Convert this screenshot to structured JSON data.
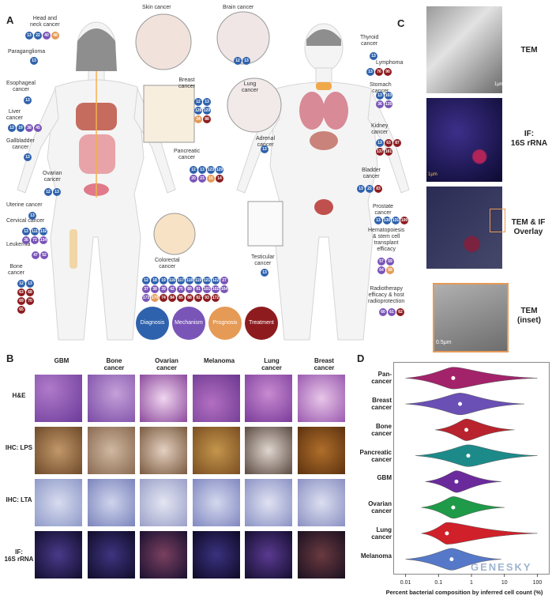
{
  "panels": {
    "a": "A",
    "b": "B",
    "c": "C",
    "d": "D"
  },
  "panel_a": {
    "female_labels": [
      {
        "id": "head_neck",
        "text": "Head and\nneck cancer"
      },
      {
        "id": "paraganglioma",
        "text": "Paraganglioma"
      },
      {
        "id": "esophageal",
        "text": "Esophageal\ncancer"
      },
      {
        "id": "liver",
        "text": "Liver\ncancer"
      },
      {
        "id": "gallbladder",
        "text": "Gallbladder\ncancer"
      },
      {
        "id": "ovarian",
        "text": "Ovarian\ncancer"
      },
      {
        "id": "uterine",
        "text": "Uterine cancer"
      },
      {
        "id": "cervical",
        "text": "Cervical cancer"
      },
      {
        "id": "leukemia",
        "text": "Leukemia"
      },
      {
        "id": "bone",
        "text": "Bone\ncancer"
      },
      {
        "id": "skin",
        "text": "Skin cancer"
      },
      {
        "id": "breast",
        "text": "Breast\ncancer"
      },
      {
        "id": "colorectal",
        "text": "Colorectal\ncancer"
      }
    ],
    "male_labels": [
      {
        "id": "brain",
        "text": "Brain cancer"
      },
      {
        "id": "lung",
        "text": "Lung\ncancer"
      },
      {
        "id": "adrenal",
        "text": "Adrenal\ncancer"
      },
      {
        "id": "pancreatic",
        "text": "Pancreatic\ncancer"
      },
      {
        "id": "thyroid",
        "text": "Thyroid\ncancer"
      },
      {
        "id": "lymphoma",
        "text": "Lymphoma"
      },
      {
        "id": "stomach",
        "text": "Stomach\ncancer"
      },
      {
        "id": "kidney",
        "text": "Kidney\ncancer"
      },
      {
        "id": "bladder",
        "text": "Bladder\ncancer"
      },
      {
        "id": "prostate",
        "text": "Prostate\ncancer"
      },
      {
        "id": "hemato",
        "text": "Hematopoiesis\n& stem cell\ntransplant\nefficacy"
      },
      {
        "id": "radio",
        "text": "Radiotherapy\nefficacy & host\nradioprotection"
      },
      {
        "id": "testicular",
        "text": "Testicular\ncancer"
      }
    ],
    "chip_groups": [
      {
        "id": "head_neck",
        "chips": [
          [
            "13",
            "diag"
          ],
          [
            "22",
            "diag"
          ],
          [
            "40",
            "mech"
          ],
          [
            "48",
            "prog"
          ]
        ]
      },
      {
        "id": "paraganglioma",
        "chips": [
          [
            "13",
            "diag"
          ]
        ]
      },
      {
        "id": "esophageal",
        "chips": [
          [
            "13",
            "diag"
          ]
        ]
      },
      {
        "id": "liver",
        "chips": [
          [
            "13",
            "diag"
          ],
          [
            "19",
            "diag"
          ],
          [
            "38",
            "mech"
          ],
          [
            "45",
            "mech"
          ]
        ]
      },
      {
        "id": "gallbladder",
        "chips": [
          [
            "13",
            "diag"
          ]
        ]
      },
      {
        "id": "ovarian",
        "chips": [
          [
            "12",
            "diag"
          ],
          [
            "13",
            "diag"
          ]
        ]
      },
      {
        "id": "uterine",
        "chips": [
          [
            "13",
            "diag"
          ]
        ]
      },
      {
        "id": "cervical",
        "chips": [
          [
            "13",
            "diag"
          ],
          [
            "111",
            "diag"
          ],
          [
            "132",
            "diag"
          ],
          [
            "36",
            "mech"
          ],
          [
            "72",
            "mech"
          ],
          [
            "134",
            "mech"
          ]
        ]
      },
      {
        "id": "leukemia",
        "chips": [
          [
            "47",
            "mech"
          ],
          [
            "52",
            "mech"
          ]
        ]
      },
      {
        "id": "bone",
        "chips": [
          [
            "12",
            "diag"
          ],
          [
            "13",
            "diag"
          ],
          [
            "63",
            "treat"
          ],
          [
            "68",
            "treat"
          ],
          [
            "69",
            "treat"
          ],
          [
            "70",
            "treat"
          ],
          [
            "65",
            "treat"
          ]
        ]
      },
      {
        "id": "thyroid",
        "chips": [
          [
            "13",
            "diag"
          ]
        ]
      },
      {
        "id": "lymphoma",
        "chips": [
          [
            "13",
            "diag"
          ],
          [
            "76",
            "treat"
          ],
          [
            "90",
            "treat"
          ]
        ]
      },
      {
        "id": "stomach",
        "chips": [
          [
            "13",
            "diag"
          ],
          [
            "103",
            "diag"
          ],
          [
            "36",
            "mech"
          ],
          [
            "135",
            "mech"
          ]
        ]
      },
      {
        "id": "kidney",
        "chips": [
          [
            "13",
            "diag"
          ],
          [
            "63",
            "treat"
          ],
          [
            "87",
            "treat"
          ],
          [
            "137",
            "treat"
          ],
          [
            "161",
            "treat"
          ]
        ]
      },
      {
        "id": "bladder",
        "chips": [
          [
            "13",
            "diag"
          ],
          [
            "22",
            "diag"
          ],
          [
            "83",
            "treat"
          ]
        ]
      },
      {
        "id": "prostate",
        "chips": [
          [
            "13",
            "diag"
          ],
          [
            "130",
            "diag"
          ],
          [
            "131",
            "diag"
          ],
          [
            "100",
            "treat"
          ]
        ]
      },
      {
        "id": "hemato",
        "chips": [
          [
            "57",
            "mech"
          ],
          [
            "59",
            "mech"
          ],
          [
            "64",
            "mech"
          ],
          [
            "58",
            "prog"
          ]
        ]
      },
      {
        "id": "radio",
        "chips": [
          [
            "60",
            "mech"
          ],
          [
            "61",
            "mech"
          ],
          [
            "62",
            "treat"
          ]
        ]
      },
      {
        "id": "testicular",
        "chips": [
          [
            "13",
            "diag"
          ]
        ]
      },
      {
        "id": "adrenal",
        "chips": [
          [
            "13",
            "diag"
          ]
        ]
      },
      {
        "id": "brain",
        "chips": [
          [
            "12",
            "diag"
          ],
          [
            "13",
            "diag"
          ]
        ]
      },
      {
        "id": "pancreatic",
        "chips": [
          [
            "12",
            "diag"
          ],
          [
            "13",
            "diag"
          ],
          [
            "123",
            "diag"
          ],
          [
            "129",
            "diag"
          ],
          [
            "20",
            "mech"
          ],
          [
            "23",
            "mech"
          ],
          [
            "15",
            "prog"
          ],
          [
            "14",
            "treat"
          ]
        ]
      },
      {
        "id": "breast",
        "chips": [
          [
            "12",
            "diag"
          ],
          [
            "13",
            "diag"
          ],
          [
            "128",
            "diag"
          ],
          [
            "129",
            "diag"
          ],
          [
            "34",
            "prog"
          ],
          [
            "88",
            "treat"
          ]
        ]
      },
      {
        "id": "colorectal",
        "chips": [
          [
            "12",
            "diag"
          ],
          [
            "18",
            "diag"
          ],
          [
            "19",
            "diag"
          ],
          [
            "116",
            "diag"
          ],
          [
            "117",
            "diag"
          ],
          [
            "118",
            "diag"
          ],
          [
            "119",
            "diag"
          ],
          [
            "121",
            "diag"
          ],
          [
            "122",
            "diag"
          ],
          [
            "27",
            "mech"
          ],
          [
            "37",
            "mech"
          ],
          [
            "38",
            "mech"
          ],
          [
            "39",
            "mech"
          ],
          [
            "42",
            "mech"
          ],
          [
            "75",
            "mech"
          ],
          [
            "89",
            "mech"
          ],
          [
            "91",
            "mech"
          ],
          [
            "101",
            "mech"
          ],
          [
            "102",
            "mech"
          ],
          [
            "104",
            "mech"
          ],
          [
            "173",
            "mech"
          ],
          [
            "170",
            "prog"
          ],
          [
            "74",
            "treat"
          ],
          [
            "84",
            "treat"
          ],
          [
            "85",
            "treat"
          ],
          [
            "88",
            "treat"
          ],
          [
            "92",
            "treat"
          ],
          [
            "93",
            "treat"
          ],
          [
            "172",
            "treat"
          ]
        ]
      }
    ],
    "legend": [
      {
        "label": "Diagnosis",
        "color": "#2f62ad"
      },
      {
        "label": "Mechanism",
        "color": "#7a55b8"
      },
      {
        "label": "Prognosis",
        "color": "#e59a55"
      },
      {
        "label": "Treatment",
        "color": "#8e1c1f"
      }
    ]
  },
  "panel_b": {
    "columns": [
      "GBM",
      "Bone\ncancer",
      "Ovarian\ncancer",
      "Melanoma",
      "Lung\ncancer",
      "Breast\ncancer"
    ],
    "rows": [
      "H&E",
      "IHC: LPS",
      "IHC: LTA",
      "IF:\n16S rRNA"
    ]
  },
  "panel_c": {
    "labels": [
      "TEM",
      "IF:\n16S rRNA",
      "TEM & IF\nOverlay",
      "TEM\n(inset)"
    ],
    "scales": [
      "1μm",
      "1μm",
      "0.5μm"
    ]
  },
  "chart_data": {
    "type": "violin",
    "xlabel": "Percent bacterial composition by inferred cell count (%)",
    "xscale": "log",
    "xlim": [
      0.005,
      200
    ],
    "xticks": [
      "0.01",
      "0.1",
      "1",
      "10",
      "100"
    ],
    "categories": [
      "Pan-\ncancer",
      "Breast\ncancer",
      "Bone\ncancer",
      "Pancreatic\ncancer",
      "GBM",
      "Ovarian\ncancer",
      "Lung\ncancer",
      "Melanoma"
    ],
    "series": [
      {
        "median": 0.28,
        "min": 0.01,
        "max": 100,
        "color": "#a2236a"
      },
      {
        "median": 0.45,
        "min": 0.01,
        "max": 40,
        "color": "#6a4fb5"
      },
      {
        "median": 0.7,
        "min": 0.08,
        "max": 20,
        "color": "#b8232d"
      },
      {
        "median": 0.8,
        "min": 0.02,
        "max": 100,
        "color": "#1d8a8a"
      },
      {
        "median": 0.35,
        "min": 0.04,
        "max": 8,
        "color": "#6a2a9c"
      },
      {
        "median": 0.28,
        "min": 0.03,
        "max": 10,
        "color": "#1f9a48"
      },
      {
        "median": 0.18,
        "min": 0.03,
        "max": 100,
        "color": "#d0202a"
      },
      {
        "median": 0.25,
        "min": 0.01,
        "max": 8,
        "color": "#5578c8"
      }
    ]
  },
  "watermark": "GENESKY"
}
